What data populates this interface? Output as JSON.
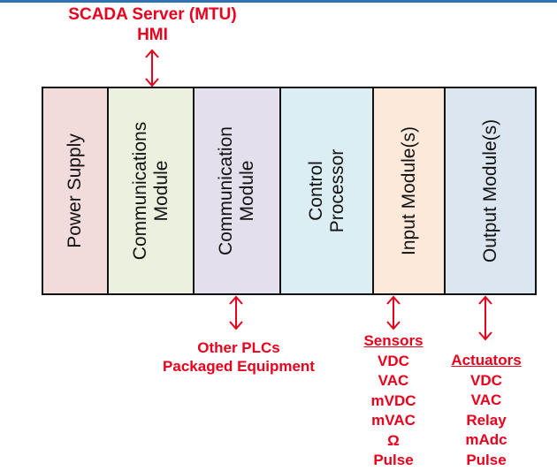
{
  "header": {
    "line1": "SCADA Server (MTU)",
    "line2": "HMI"
  },
  "modules": [
    {
      "line1": "Power Supply",
      "line2": "",
      "color": "#f2dcdb"
    },
    {
      "line1": "Communications",
      "line2": "Module",
      "color": "#ebf1de"
    },
    {
      "line1": "Communication",
      "line2": "Module",
      "color": "#e4dfec"
    },
    {
      "line1": "Control",
      "line2": "Processor",
      "color": "#daeef3"
    },
    {
      "line1": "Input Module(s)",
      "line2": "",
      "color": "#fde9d9"
    },
    {
      "line1": "Output Module(s)",
      "line2": "",
      "color": "#dce6f1"
    }
  ],
  "other": {
    "line1": "Other PLCs",
    "line2": "Packaged Equipment"
  },
  "sensors": {
    "title": "Sensors",
    "items": [
      "VDC",
      "VAC",
      "mVDC",
      "mVAC",
      "Ω",
      "Pulse"
    ]
  },
  "actuators": {
    "title": "Actuators",
    "items": [
      "VDC",
      "VAC",
      "Relay",
      "mAdc",
      "Pulse"
    ]
  },
  "colors": {
    "accent": "#e8001c",
    "rule": "#2e74b5"
  }
}
